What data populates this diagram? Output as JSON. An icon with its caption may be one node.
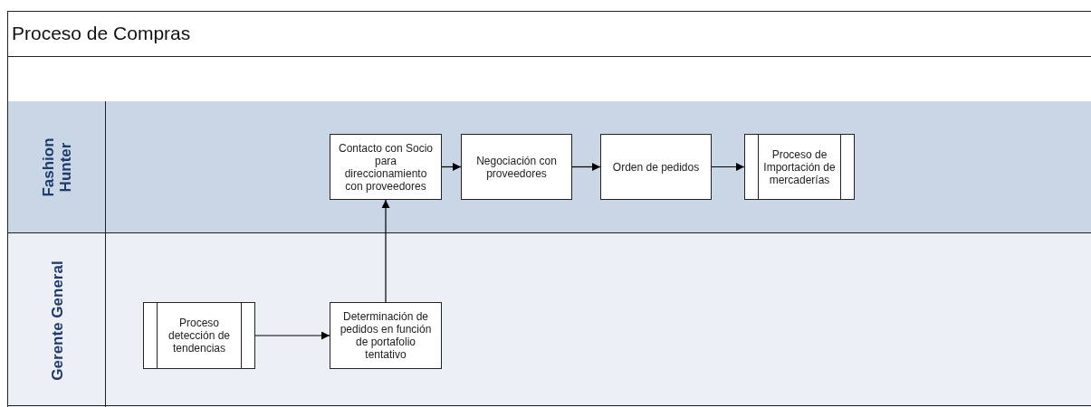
{
  "diagram": {
    "title": "Proceso de Compras",
    "nodes": [
      {
        "text": [
          "Fashion Hunter"
        ]
      },
      {
        "text": [
          "Gerente General"
        ]
      },
      {
        "text": [
          "Contacto con Socio para direccionamiento con proveedores"
        ],
        "in": 0
      },
      {
        "text": [
          "Negociación con proveedores"
        ],
        "in": 0
      },
      {
        "text": [
          "Orden de pedidos"
        ],
        "in": 0
      },
      {
        "text": [
          "Proceso de Importación de mercaderías"
        ],
        "in": 0
      },
      {
        "text": [
          "Proceso detección de tendencias"
        ],
        "in": 1
      },
      {
        "text": [
          "Determinación de pedidos en función de portafolio tentativo"
        ],
        "in": 1
      }
    ],
    "edges": [
      {
        "from": 6,
        "to": 7,
        "arrow": "to"
      },
      {
        "from": 7,
        "to": 2,
        "arrow": "to"
      },
      {
        "from": 2,
        "to": 3,
        "arrow": "to"
      },
      {
        "from": 3,
        "to": 4,
        "arrow": "to"
      },
      {
        "from": 4,
        "to": 5,
        "arrow": "to"
      }
    ]
  }
}
